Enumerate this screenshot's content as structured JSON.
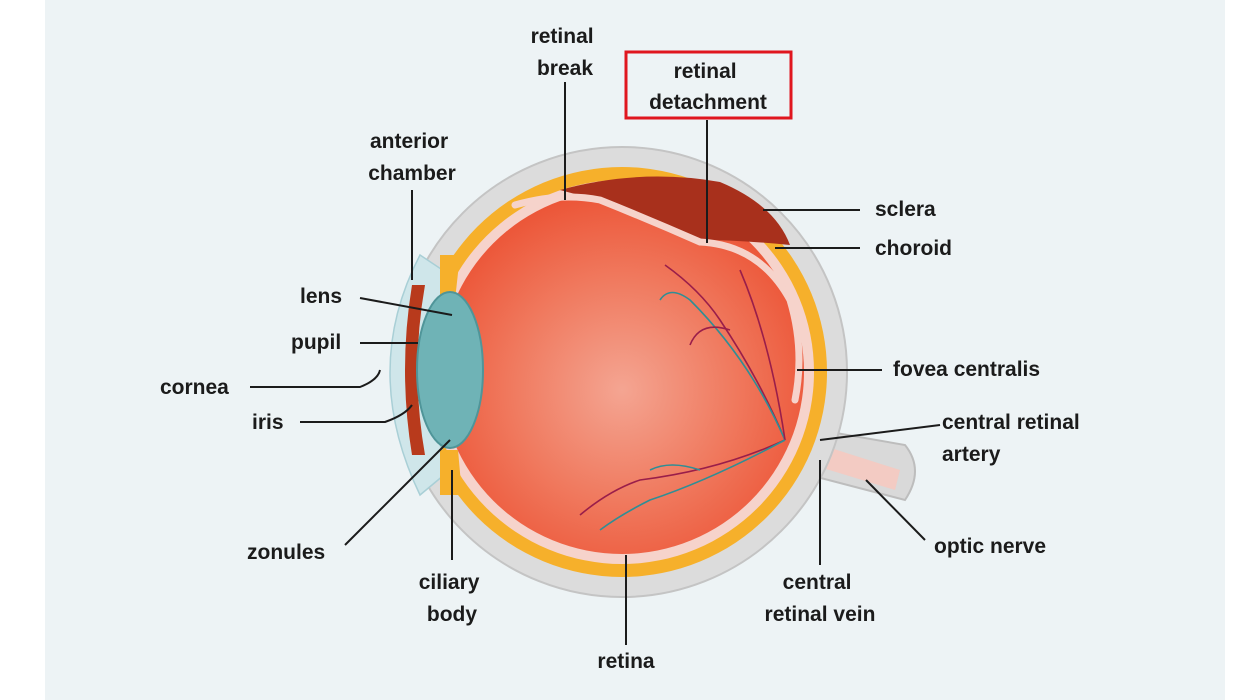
{
  "labels": {
    "retinal_break": [
      "retinal",
      "break"
    ],
    "retinal_detachment": [
      "retinal",
      "detachment"
    ],
    "anterior_chamber": [
      "anterior",
      "chamber"
    ],
    "sclera": "sclera",
    "choroid": "choroid",
    "lens": "lens",
    "pupil": "pupil",
    "cornea": "cornea",
    "iris": "iris",
    "fovea_centralis": "fovea centralis",
    "central_retinal_artery": [
      "central retinal",
      "artery"
    ],
    "zonules": "zonules",
    "ciliary_body": [
      "ciliary",
      "body"
    ],
    "optic_nerve": "optic nerve",
    "central_retinal_vein": [
      "central",
      "retinal vein"
    ],
    "retina": "retina"
  },
  "colors": {
    "background": "#edf3f5",
    "sclera": "#d9d9d9",
    "choroid": "#f7b42c",
    "retina": "#f7d6cf",
    "vitreous": "#ef5a3c",
    "detached_space": "#a8301c",
    "lens": "#6fb3b6",
    "cornea": "#cfe6ea",
    "iris": "#b83a1c",
    "highlight_box": "#e0161e",
    "vessel_artery": "#9a1e4a",
    "vessel_vein": "#2f8e95"
  }
}
